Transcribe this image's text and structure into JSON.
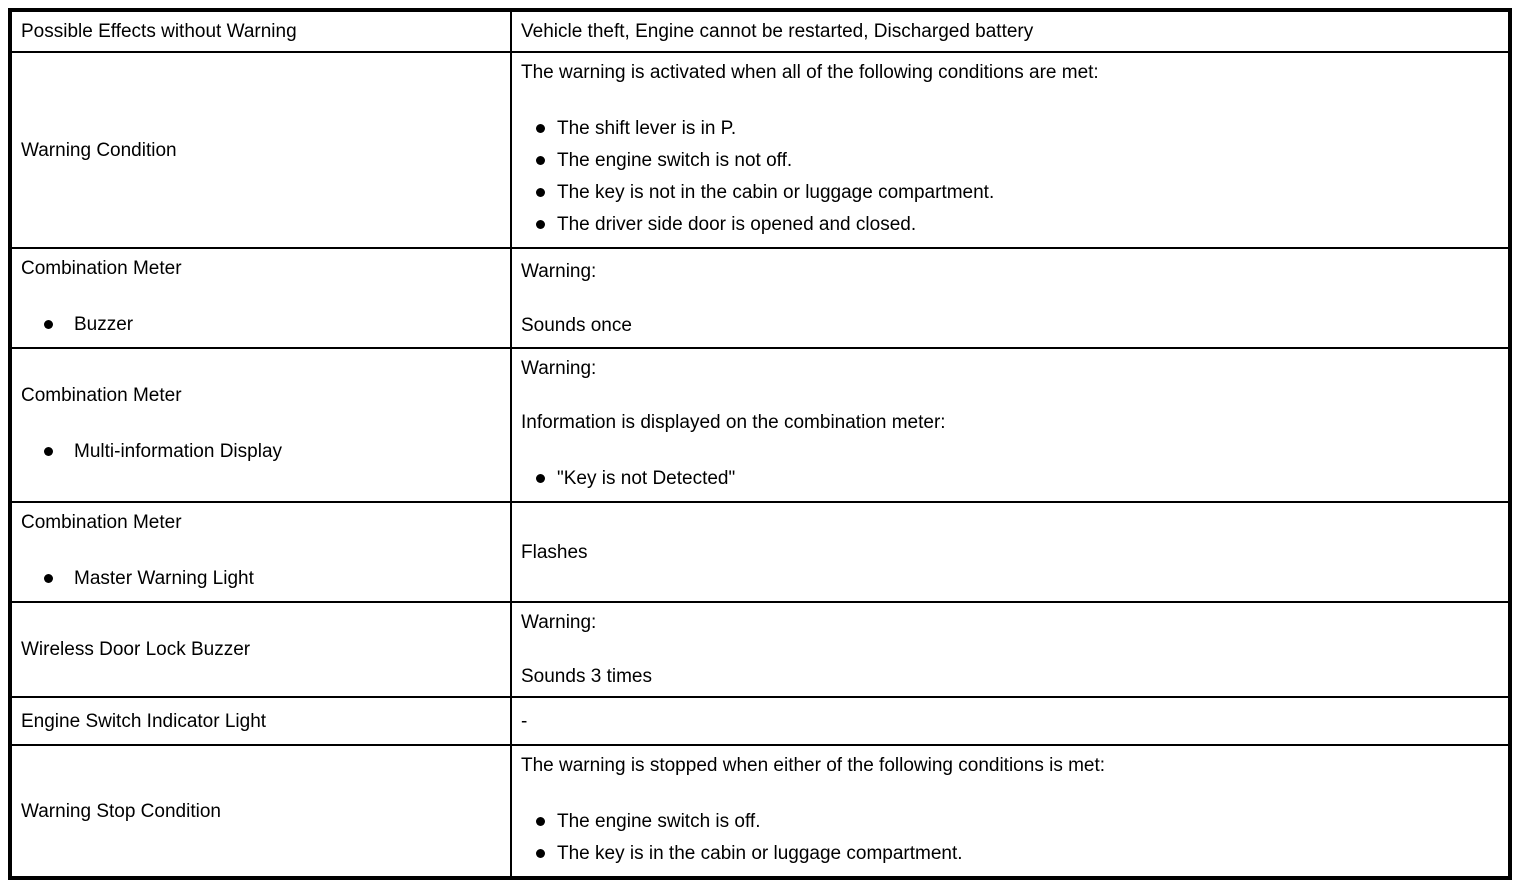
{
  "colors": {
    "background": "#ffffff",
    "border": "#000000",
    "text": "#000000"
  },
  "table": {
    "rows": [
      {
        "label": "Possible Effects without Warning",
        "value": {
          "paragraphs": [
            "Vehicle theft, Engine cannot be restarted, Discharged battery"
          ]
        }
      },
      {
        "label": "Warning Condition",
        "value": {
          "paragraphs": [
            "The warning is activated when all of the following conditions are met:"
          ],
          "bullets": [
            "The shift lever is in P.",
            "The engine switch is not off.",
            "The key is not in the cabin or luggage compartment.",
            "The driver side door is opened and closed."
          ]
        }
      },
      {
        "label": "Combination Meter",
        "label_bullets": [
          "Buzzer"
        ],
        "value": {
          "paragraphs": [
            "Warning:",
            "Sounds once"
          ]
        }
      },
      {
        "label": "Combination Meter",
        "label_bullets": [
          "Multi-information Display"
        ],
        "value": {
          "paragraphs": [
            "Warning:",
            "Information is displayed on the combination meter:"
          ],
          "bullets": [
            "\"Key is not Detected\""
          ]
        }
      },
      {
        "label": "Combination Meter",
        "label_bullets": [
          "Master Warning Light"
        ],
        "value": {
          "paragraphs": [
            "Flashes"
          ]
        }
      },
      {
        "label": "Wireless Door Lock Buzzer",
        "value": {
          "paragraphs": [
            "Warning:",
            "Sounds 3 times"
          ]
        }
      },
      {
        "label": "Engine Switch Indicator Light",
        "value": {
          "paragraphs": [
            "-"
          ]
        }
      },
      {
        "label": "Warning Stop Condition",
        "value": {
          "paragraphs": [
            "The warning is stopped when either of the following conditions is met:"
          ],
          "bullets": [
            "The engine switch is off.",
            "The key is in the cabin or luggage compartment."
          ]
        }
      }
    ]
  }
}
